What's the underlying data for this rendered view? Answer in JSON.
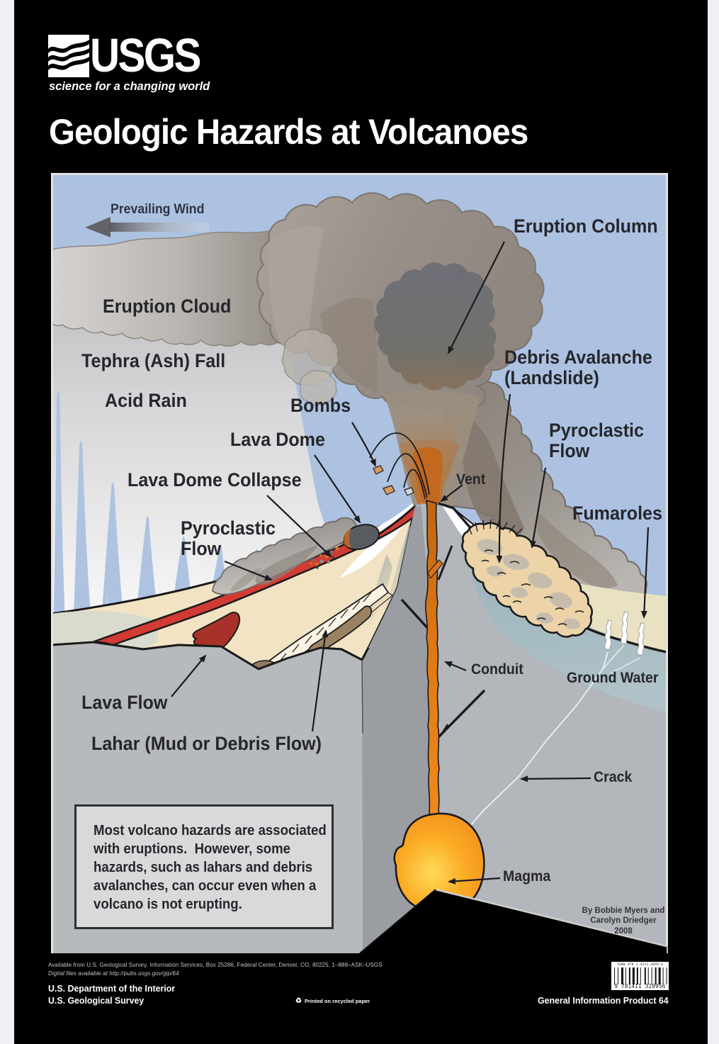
{
  "header": {
    "logo_text": "USGS",
    "logo_tagline": "science for a changing world",
    "title": "Geologic Hazards at Volcanoes"
  },
  "diagram": {
    "labels": {
      "prevailing_wind": "Prevailing Wind",
      "eruption_column": "Eruption Column",
      "eruption_cloud": "Eruption Cloud",
      "tephra_fall": "Tephra (Ash) Fall",
      "acid_rain": "Acid Rain",
      "bombs": "Bombs",
      "lava_dome": "Lava Dome",
      "lava_dome_collapse": "Lava Dome Collapse",
      "pyroclastic_flow_left": "Pyroclastic\nFlow",
      "debris_avalanche": "Debris Avalanche\n(Landslide)",
      "pyroclastic_flow_right": "Pyroclastic\nFlow",
      "fumaroles": "Fumaroles",
      "vent": "Vent",
      "conduit": "Conduit",
      "ground_water": "Ground Water",
      "lava_flow": "Lava Flow",
      "lahar": "Lahar (Mud or Debris Flow)",
      "crack": "Crack",
      "magma": "Magma"
    },
    "note_box": "Most volcano hazards are associated\nwith eruptions.  However, some\nhazards, such as lahars and debris\navalanches, can occur even when a\nvolcano is not erupting.",
    "credit": "By Bobbie Myers and\nCarolyn Driedger\n2008",
    "colors": {
      "sky": "#adc2e1",
      "ash_cloud": "#98918a",
      "magma": "#f7941e",
      "conduit": "#e87f1e",
      "lava": "#d23b34",
      "ground_water": "#a9bdc4",
      "rock_face": "#b3b6ba",
      "flank": "#f1e3c3"
    }
  },
  "footer": {
    "availability": "Available from U.S. Geological Survey, Information Services, Box 25286, Federal Center, Denver, CO, 80225, 1–888–ASK–USGS",
    "digital_files": "Digital files available at http://pubs.usgs.gov/gip/64",
    "department": "U.S. Department of the Interior",
    "survey": "U.S. Geological Survey",
    "recycled": "Printed on recycled paper",
    "product": "General Information Product 64",
    "isbn": "ISBN 978-1-4113-2095-6",
    "barcode_digits": "9 781411 320956"
  }
}
